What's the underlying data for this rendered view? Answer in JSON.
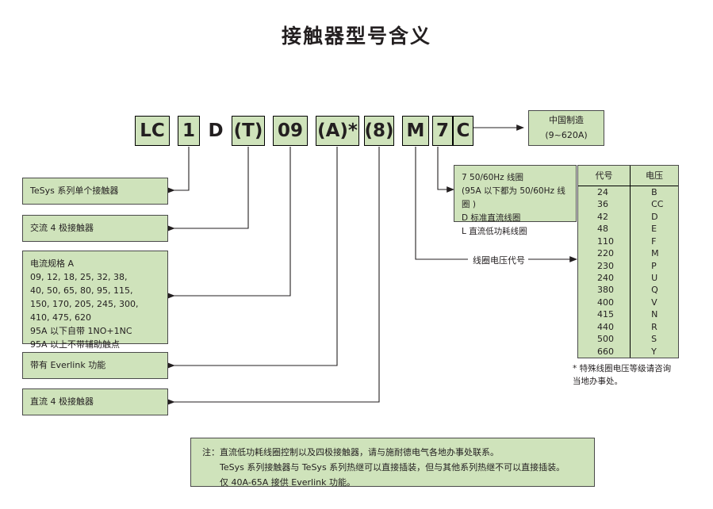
{
  "title": "接触器型号含义",
  "colors": {
    "box_fill": "#cfe3bb",
    "box_border": "#4a4a4a",
    "line": "#231f20",
    "text": "#231f20",
    "background": "#ffffff"
  },
  "model_code": {
    "segments": [
      {
        "label": "LC",
        "boxed": true
      },
      {
        "label": "1",
        "boxed": true
      },
      {
        "label": "D",
        "boxed": false
      },
      {
        "label": "(T)",
        "boxed": true
      },
      {
        "label": "09",
        "boxed": true
      },
      {
        "label": "(A)*",
        "boxed": true
      },
      {
        "label": "(8)",
        "boxed": true
      },
      {
        "label": "M",
        "boxed": true
      },
      {
        "label": "7",
        "boxed": true
      },
      {
        "label": "C",
        "boxed": true
      }
    ]
  },
  "origin_box": {
    "line1": "中国制造",
    "line2": "(9~620A)"
  },
  "descriptions": [
    {
      "name": "tesys-single-contactor",
      "lines": [
        "TeSys 系列单个接触器"
      ]
    },
    {
      "name": "ac-4-pole-contactor",
      "lines": [
        "交流 4 极接触器"
      ]
    },
    {
      "name": "current-rating",
      "lines": [
        "电流规格 A",
        "09, 12, 18, 25, 32, 38,",
        "40, 50, 65, 80, 95, 115,",
        "150, 170, 205, 245, 300,",
        "410, 475, 620",
        "95A 以下自带 1NO+1NC",
        "95A 以上不带辅助触点"
      ]
    },
    {
      "name": "everlink-function",
      "lines": [
        "带有 Everlink 功能"
      ]
    },
    {
      "name": "dc-4-pole-contactor",
      "lines": [
        "直流 4 极接触器"
      ]
    }
  ],
  "coil_box": {
    "lines": [
      "7 50/60Hz 线圈",
      "(95A 以下都为 50/60Hz 线圈 )",
      "D 标准直流线圈",
      "L 直流低功耗线圈"
    ]
  },
  "coil_voltage_label": "线圈电压代号",
  "voltage_table": {
    "headers": [
      "代号",
      "电压"
    ],
    "rows": [
      [
        "24",
        "B"
      ],
      [
        "36",
        "CC"
      ],
      [
        "42",
        "D"
      ],
      [
        "48",
        "E"
      ],
      [
        "110",
        "F"
      ],
      [
        "220",
        "M"
      ],
      [
        "230",
        "P"
      ],
      [
        "240",
        "U"
      ],
      [
        "380",
        "Q"
      ],
      [
        "400",
        "V"
      ],
      [
        "415",
        "N"
      ],
      [
        "440",
        "R"
      ],
      [
        "500",
        "S"
      ],
      [
        "660",
        "Y"
      ]
    ],
    "footnote": [
      "* 特殊线圈电压等级请咨询",
      "当地办事处。"
    ]
  },
  "bottom_note": {
    "lines": [
      "注：直流低功耗线圈控制以及四极接触器，请与施耐德电气各地办事处联系。",
      "TeSys 系列接触器与 TeSys 系列热继可以直接插装，但与其他系列热继不可以直接插装。",
      "仅 40A-65A 接供 Everlink 功能。"
    ]
  }
}
